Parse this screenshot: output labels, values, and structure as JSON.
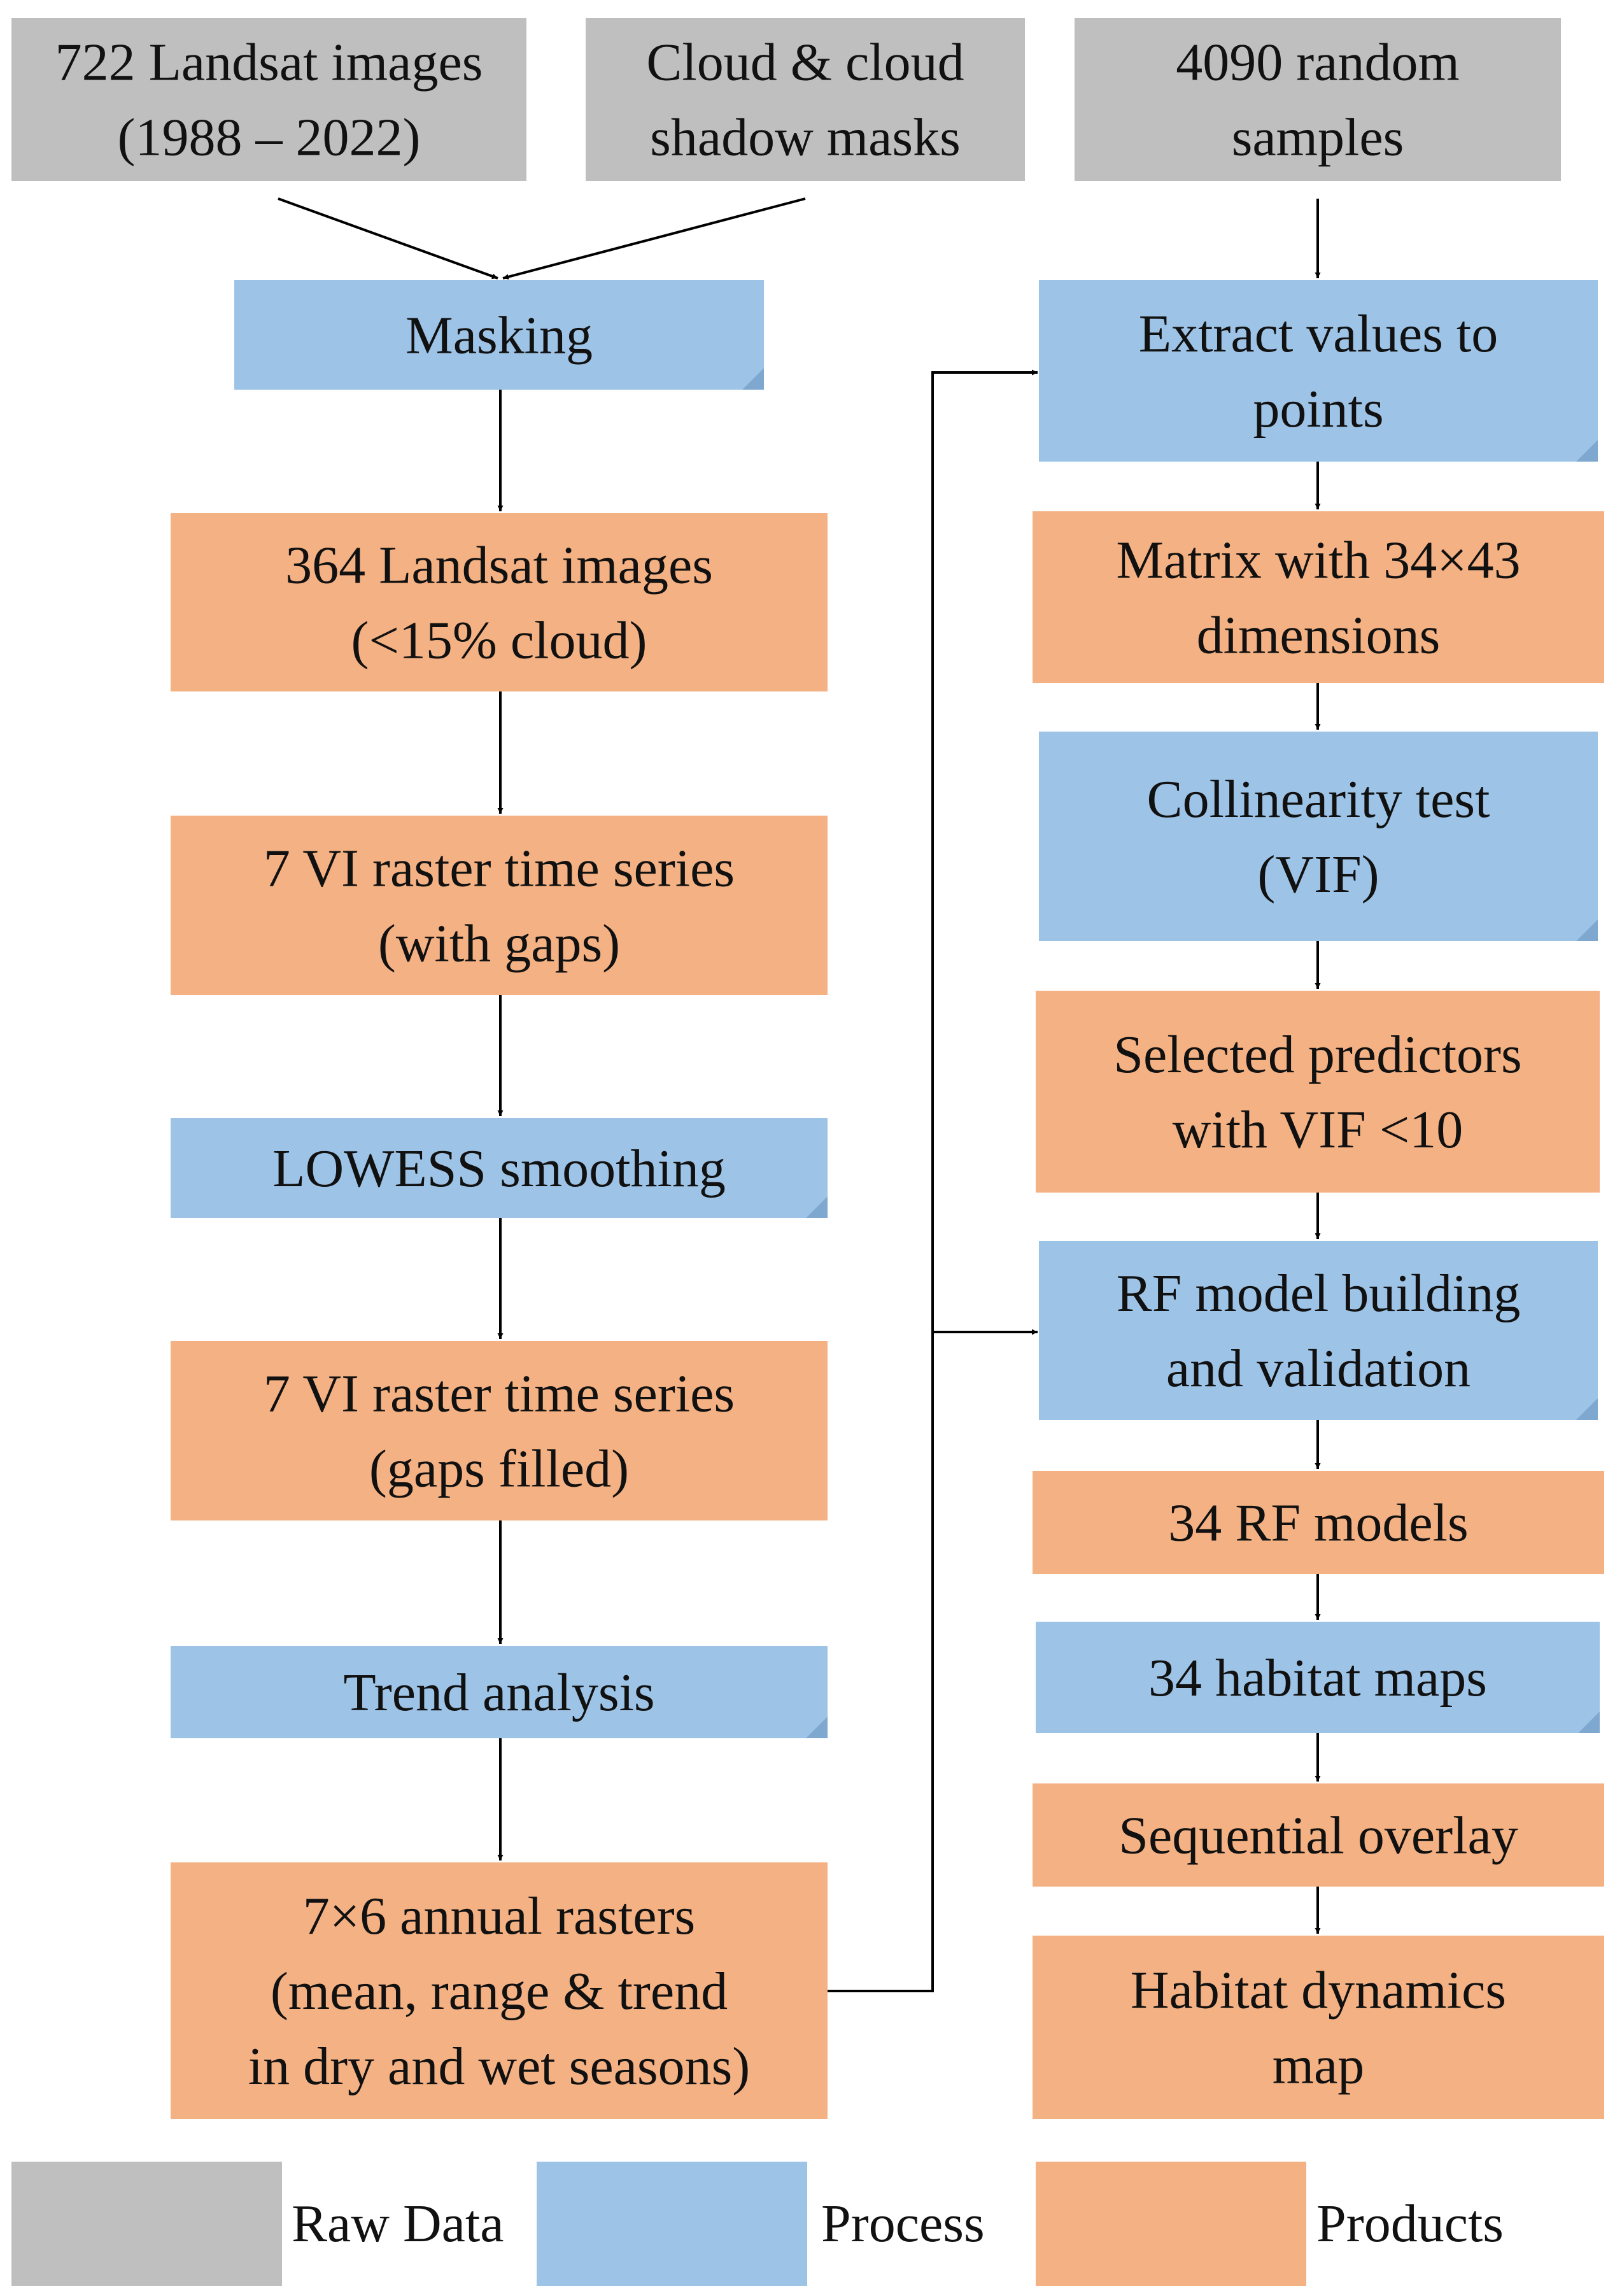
{
  "colors": {
    "raw": "#BFBFBF",
    "process": "#9DC3E6",
    "product": "#F4B183",
    "fold": "#7FA8D0",
    "line": "#000000"
  },
  "nodes": {
    "landsat722": {
      "kind": "raw",
      "lines": [
        "722 Landsat images",
        "(1988 – 2022)"
      ]
    },
    "cloud_masks": {
      "kind": "raw",
      "lines": [
        "Cloud & cloud",
        "shadow masks"
      ]
    },
    "random_samples": {
      "kind": "raw",
      "lines": [
        "4090 random",
        "samples"
      ]
    },
    "masking": {
      "kind": "process",
      "lines": [
        "Masking"
      ]
    },
    "landsat364": {
      "kind": "product",
      "lines": [
        "364 Landsat images",
        "(<15% cloud)"
      ]
    },
    "vi_gaps": {
      "kind": "product",
      "lines": [
        "7 VI raster time series",
        "(with gaps)"
      ]
    },
    "lowess": {
      "kind": "process",
      "lines": [
        "LOWESS smoothing"
      ]
    },
    "vi_filled": {
      "kind": "product",
      "lines": [
        "7 VI raster time series",
        "(gaps filled)"
      ]
    },
    "trend": {
      "kind": "process",
      "lines": [
        "Trend analysis"
      ]
    },
    "annual_rasters": {
      "kind": "product",
      "lines": [
        "7×6  annual rasters",
        "(mean, range & trend",
        "in dry and wet seasons)"
      ]
    },
    "extract": {
      "kind": "process",
      "lines": [
        "Extract values to",
        "points"
      ]
    },
    "matrix": {
      "kind": "product",
      "lines": [
        "Matrix with 34×43",
        "dimensions"
      ]
    },
    "collinearity": {
      "kind": "process",
      "lines": [
        "Collinearity  test",
        "(VIF)"
      ]
    },
    "selected": {
      "kind": "product",
      "lines": [
        "Selected  predictors",
        "with VIF <10"
      ]
    },
    "rf_build": {
      "kind": "process",
      "lines": [
        "RF model building",
        "and validation"
      ]
    },
    "rf_models": {
      "kind": "product",
      "lines": [
        "34 RF models"
      ]
    },
    "habitat_maps": {
      "kind": "process",
      "lines": [
        "34 habitat maps"
      ]
    },
    "overlay": {
      "kind": "product",
      "lines": [
        "Sequential  overlay"
      ]
    },
    "dynamics": {
      "kind": "product",
      "lines": [
        "Habitat dynamics",
        "map"
      ]
    }
  },
  "edges": [
    {
      "from": "landsat722",
      "to": "masking"
    },
    {
      "from": "cloud_masks",
      "to": "masking"
    },
    {
      "from": "masking",
      "to": "landsat364"
    },
    {
      "from": "landsat364",
      "to": "vi_gaps"
    },
    {
      "from": "vi_gaps",
      "to": "lowess"
    },
    {
      "from": "lowess",
      "to": "vi_filled"
    },
    {
      "from": "vi_filled",
      "to": "trend"
    },
    {
      "from": "trend",
      "to": "annual_rasters"
    },
    {
      "from": "annual_rasters",
      "to": "extract"
    },
    {
      "from": "annual_rasters",
      "to": "rf_build"
    },
    {
      "from": "random_samples",
      "to": "extract"
    },
    {
      "from": "extract",
      "to": "matrix"
    },
    {
      "from": "matrix",
      "to": "collinearity"
    },
    {
      "from": "collinearity",
      "to": "selected"
    },
    {
      "from": "selected",
      "to": "rf_build"
    },
    {
      "from": "rf_build",
      "to": "rf_models"
    },
    {
      "from": "rf_models",
      "to": "habitat_maps"
    },
    {
      "from": "habitat_maps",
      "to": "overlay"
    },
    {
      "from": "overlay",
      "to": "dynamics"
    }
  ],
  "legend": {
    "raw_label": "Raw Data",
    "process_label": "Process",
    "product_label": "Products"
  }
}
